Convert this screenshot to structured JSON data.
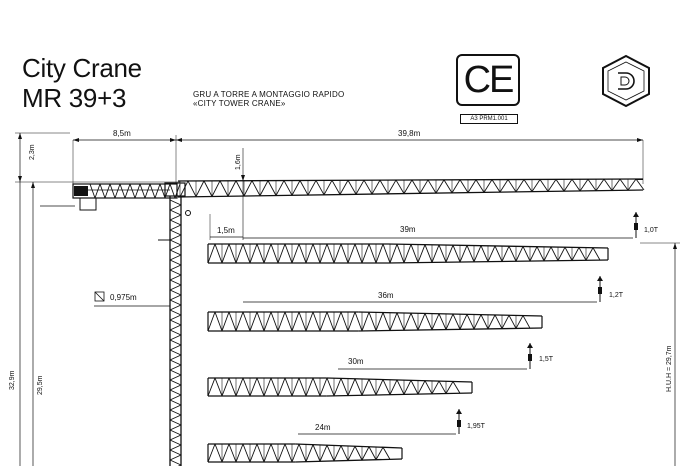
{
  "title": {
    "line1": "City Crane",
    "line2": "MR 39+3"
  },
  "subtitle": {
    "line1": "GRU A TORRE A MONTAGGIO RAPIDO",
    "line2": "«CITY TOWER CRANE»"
  },
  "ce_mark": {
    "text": "CE",
    "code": "A3 PRM1.001"
  },
  "dimensions": {
    "counter_jib": "8,5m",
    "jib_length": "39,8m",
    "head_height": "2,3m",
    "jib_depth": "1,6m",
    "jib_offset": "1,5m",
    "mast_section": "0,975m",
    "height_total": "32,9m",
    "height_under_hook_left": "29,5m",
    "height_under_hook_right": "H.U.H = 29,7m"
  },
  "configurations": [
    {
      "reach": "39m",
      "load": "1,0T"
    },
    {
      "reach": "36m",
      "load": "1,2T"
    },
    {
      "reach": "30m",
      "load": "1,5T"
    },
    {
      "reach": "24m",
      "load": "1,95T"
    }
  ]
}
